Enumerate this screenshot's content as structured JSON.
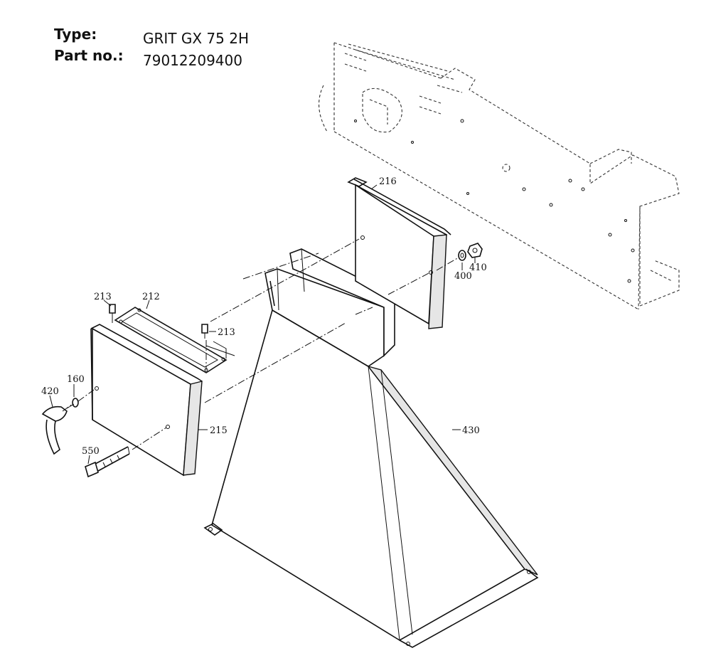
{
  "header": {
    "type_label": "Type:",
    "type_value": "GRIT GX 75 2H",
    "part_label": "Part no.:",
    "part_value": "79012209400"
  },
  "callouts": [
    {
      "id": "216",
      "text": "216"
    },
    {
      "id": "400",
      "text": "400"
    },
    {
      "id": "410",
      "text": "410"
    },
    {
      "id": "213a",
      "text": "213"
    },
    {
      "id": "212",
      "text": "212"
    },
    {
      "id": "213b",
      "text": "213"
    },
    {
      "id": "160",
      "text": "160"
    },
    {
      "id": "420",
      "text": "420"
    },
    {
      "id": "215",
      "text": "215"
    },
    {
      "id": "430",
      "text": "430"
    },
    {
      "id": "550",
      "text": "550"
    }
  ]
}
